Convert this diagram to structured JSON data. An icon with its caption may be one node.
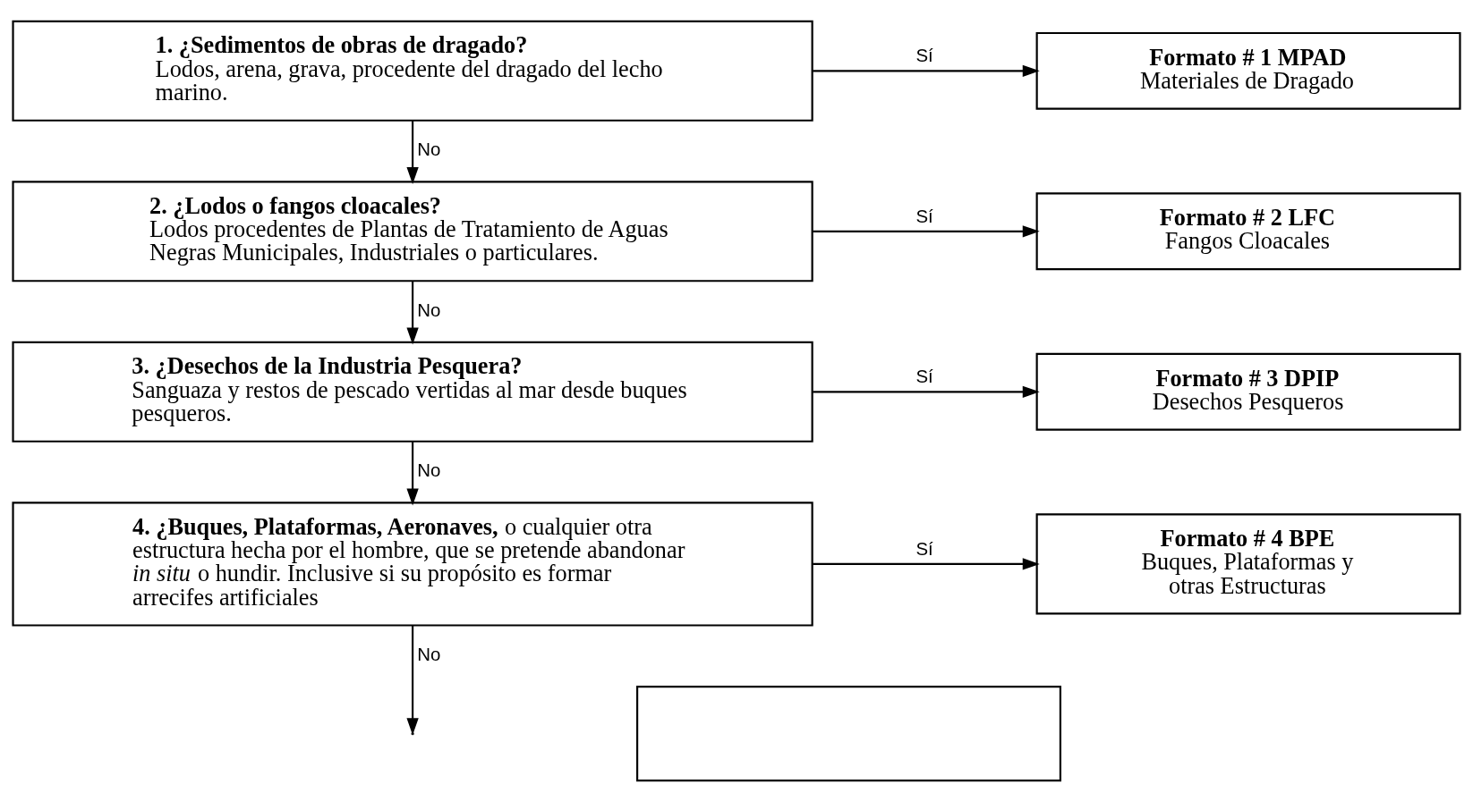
{
  "diagram": {
    "nodes": [
      {
        "text": [
          "1. ¿Sedimentos de obras de dragado?",
          "Lodos, arena, grava, procedente del dragado del lecho marino."
        ]
      },
      {
        "text": [
          "Formato # 1 MPAD",
          "Materiales de Dragado"
        ]
      },
      {
        "text": [
          "2. ¿Lodos o fangos cloacales?",
          "Lodos procedentes de Plantas de Tratamiento de Aguas Negras Municipales, Industriales o particulares."
        ]
      },
      {
        "text": [
          "Formato # 2 LFC",
          "Fangos Cloacales"
        ]
      },
      {
        "text": [
          "3. ¿Desechos de la Industria Pesquera?",
          "Sanguaza y restos de pescado vertidas al mar desde buques pesqueros."
        ]
      },
      {
        "text": [
          "Formato # 3 DPIP",
          "Desechos Pesqueros"
        ]
      },
      {
        "text": [
          "**4. ¿Buques, Plataformas, Aeronaves,** o cualquier otra estructura hecha por el hombre, que se pretende abandonar *in situ* o hundir. Inclusive si su propósito es formar arrecifes artificiales"
        ]
      },
      {
        "text": [
          "Formato # 4 BPE",
          "Buques, Plataformas y otras Estructuras"
        ]
      },
      {
        "text": [],
        "shape": "box"
      }
    ],
    "edges": [
      {
        "from": 0,
        "to": 1,
        "arrow": "to",
        "label": "Sí"
      },
      {
        "from": 0,
        "to": 2,
        "arrow": "to",
        "label": "No"
      },
      {
        "from": 2,
        "to": 3,
        "arrow": "to",
        "label": "Sí"
      },
      {
        "from": 2,
        "to": 4,
        "arrow": "to",
        "label": "No"
      },
      {
        "from": 4,
        "to": 5,
        "arrow": "to",
        "label": "Sí"
      },
      {
        "from": 4,
        "to": 6,
        "arrow": "to",
        "label": "No"
      },
      {
        "from": 6,
        "to": 7,
        "arrow": "to",
        "label": "Sí"
      },
      {
        "from": 6,
        "to": null,
        "arrow": "to",
        "label": "No"
      }
    ]
  }
}
